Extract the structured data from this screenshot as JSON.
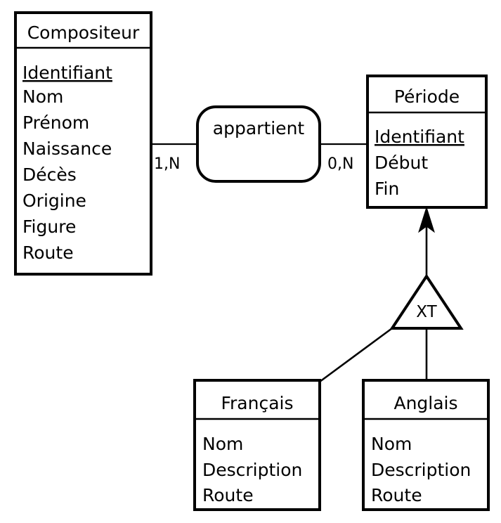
{
  "diagram": {
    "type": "entity-relationship-diagram",
    "language": "fr",
    "entities": [
      {
        "id": "compositeur",
        "title": "Compositeur",
        "attributes": [
          {
            "label": "Identifiant",
            "key": true
          },
          {
            "label": "Nom",
            "key": false
          },
          {
            "label": "Prénom",
            "key": false
          },
          {
            "label": "Naissance",
            "key": false
          },
          {
            "label": "Décès",
            "key": false
          },
          {
            "label": "Origine",
            "key": false
          },
          {
            "label": "Figure",
            "key": false
          },
          {
            "label": "Route",
            "key": false
          }
        ]
      },
      {
        "id": "periode",
        "title": "Période",
        "attributes": [
          {
            "label": "Identifiant",
            "key": true
          },
          {
            "label": "Début",
            "key": false
          },
          {
            "label": "Fin",
            "key": false
          }
        ]
      },
      {
        "id": "francais",
        "title": "Français",
        "attributes": [
          {
            "label": "Nom",
            "key": false
          },
          {
            "label": "Description",
            "key": false
          },
          {
            "label": "Route",
            "key": false
          }
        ]
      },
      {
        "id": "anglais",
        "title": "Anglais",
        "attributes": [
          {
            "label": "Nom",
            "key": false
          },
          {
            "label": "Description",
            "key": false
          },
          {
            "label": "Route",
            "key": false
          }
        ]
      }
    ],
    "relationships": [
      {
        "id": "appartient",
        "label": "appartient",
        "left_cardinality": "1,N",
        "right_cardinality": "0,N",
        "from": "Compositeur",
        "to": "Période"
      }
    ],
    "specialization": {
      "id": "xt",
      "label": "XT",
      "parent": "Période",
      "children": [
        "Français",
        "Anglais"
      ]
    },
    "colors": {
      "stroke": "#000000",
      "fill": "#ffffff",
      "text": "#000000"
    }
  }
}
